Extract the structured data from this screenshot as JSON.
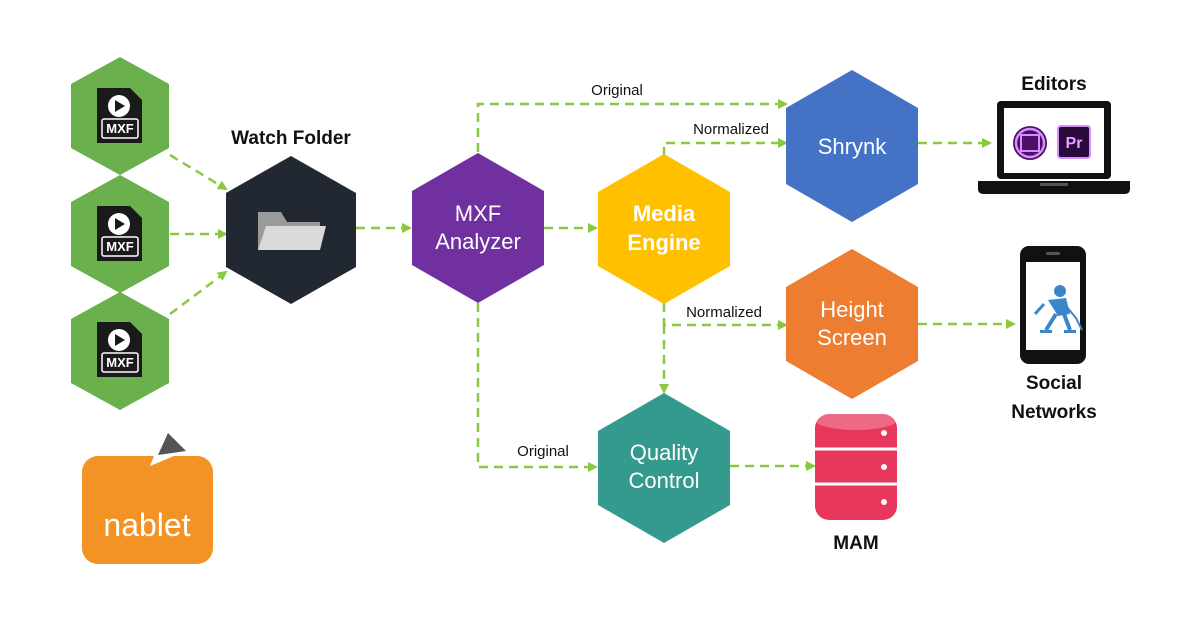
{
  "colors": {
    "input_hex": "#6ab04c",
    "watch_folder": "#222831",
    "analyzer": "#7030a0",
    "media_engine": "#ffc000",
    "shrynk": "#4472c4",
    "height_screen": "#ed7d31",
    "quality_control": "#359a8e",
    "mam_db": "#e8375c",
    "logo": "#f39325",
    "flow_line": "#8ac93f",
    "device": "#111111"
  },
  "inputs": [
    {
      "label": "MXF",
      "icon": "video-file-icon"
    },
    {
      "label": "MXF",
      "icon": "video-file-icon"
    },
    {
      "label": "MXF",
      "icon": "video-file-icon"
    }
  ],
  "nodes": {
    "watch_folder": {
      "caption": "Watch Folder",
      "icon": "folder-icon"
    },
    "analyzer": {
      "line1": "MXF",
      "line2": "Analyzer"
    },
    "media_engine": {
      "line1": "Media",
      "line2": "Engine"
    },
    "shrynk": {
      "label": "Shrynk"
    },
    "height_screen": {
      "line1": "Height",
      "line2": "Screen"
    },
    "quality_control": {
      "line1": "Quality",
      "line2": "Control"
    }
  },
  "destinations": {
    "editors": {
      "caption": "Editors",
      "icon": "laptop-icon",
      "app_badge": "Pr"
    },
    "social": {
      "line1": "Social",
      "line2": "Networks",
      "icon": "smartphone-icon"
    },
    "mam": {
      "caption": "MAM",
      "icon": "database-icon"
    }
  },
  "edge_labels": {
    "analyzer_to_shrynk": "Original",
    "engine_to_shrynk": "Normalized",
    "engine_to_height": "Normalized",
    "analyzer_to_qc": "Original"
  },
  "logo": {
    "text": "nablet"
  }
}
